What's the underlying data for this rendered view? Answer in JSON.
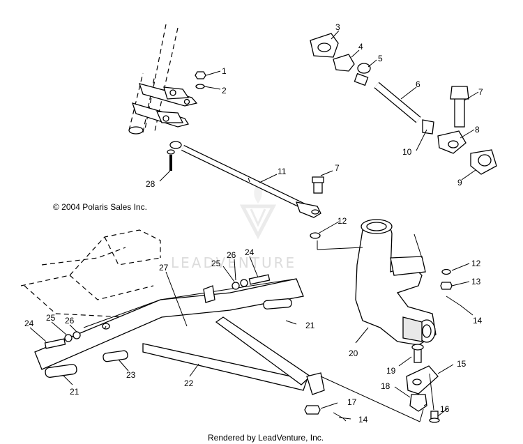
{
  "copyright": "© 2004 Polaris Sales Inc.",
  "footer": "Rendered by LeadVenture, Inc.",
  "watermark": "LEADVENTURE",
  "callouts": {
    "c1": "1",
    "c2": "2",
    "c3": "3",
    "c4": "4",
    "c5": "5",
    "c6": "6",
    "c7a": "7",
    "c7b": "7",
    "c8": "8",
    "c9": "9",
    "c10": "10",
    "c11": "11",
    "c12a": "12",
    "c12b": "12",
    "c13": "13",
    "c14a": "14",
    "c14b": "14",
    "c15": "15",
    "c16": "16",
    "c17": "17",
    "c18": "18",
    "c19": "19",
    "c20": "20",
    "c21a": "21",
    "c21b": "21",
    "c22": "22",
    "c23": "23",
    "c24a": "24",
    "c24b": "24",
    "c25a": "25",
    "c25b": "25",
    "c26a": "26",
    "c26b": "26",
    "c27": "27",
    "c28": "28"
  }
}
